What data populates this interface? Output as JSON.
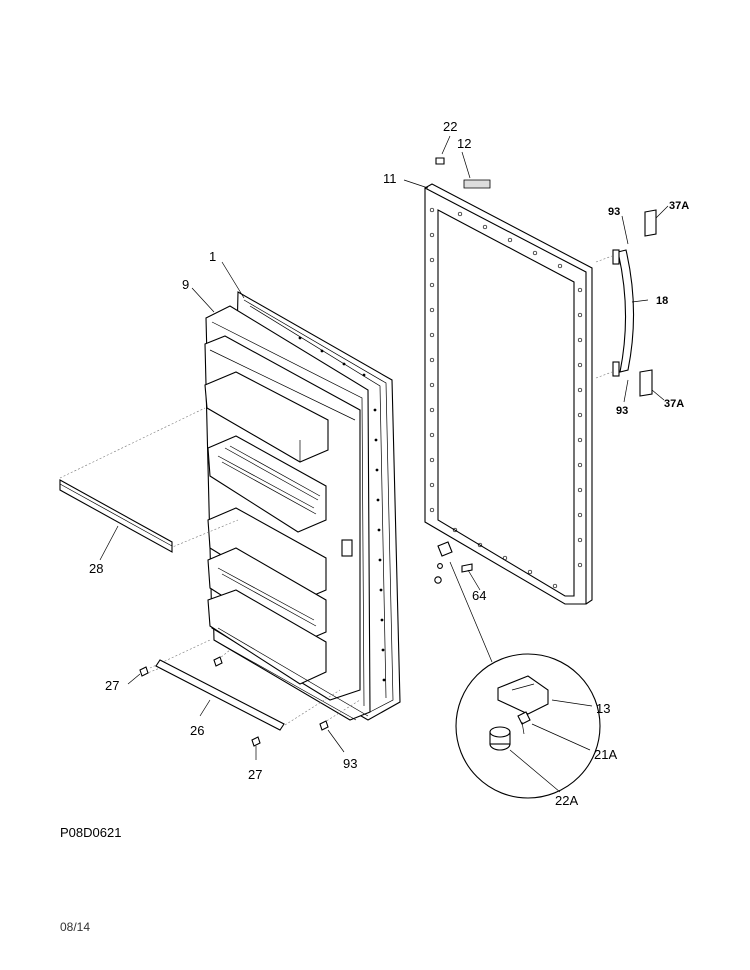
{
  "labels": {
    "l1": "1",
    "l9": "9",
    "l28": "28",
    "l27a": "27",
    "l26": "26",
    "l27b": "27",
    "l93a": "93",
    "l22": "22",
    "l12": "12",
    "l11": "11",
    "l64": "64",
    "l93b": "93",
    "l37a_top": "37A",
    "l18": "18",
    "l93c": "93",
    "l37a_bot": "37A",
    "l13": "13",
    "l21a": "21A",
    "l22a": "22A"
  },
  "footer": {
    "diagram_code": "P08D0621",
    "date": "08/14"
  }
}
